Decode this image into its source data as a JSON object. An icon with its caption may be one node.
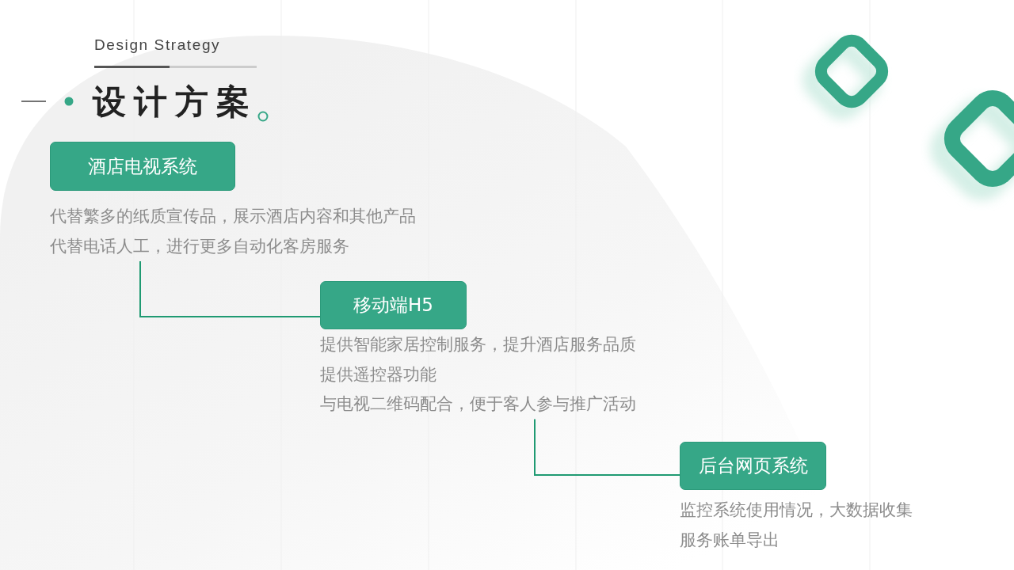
{
  "diagram": {
    "title": "设计方案",
    "nodes": [
      {
        "text": [
          "酒店电视系统"
        ],
        "beside": [
          "代替繁多的纸质宣传品，展示酒店内容和其他产品",
          "代替电话人工，进行更多自动化客房服务"
        ]
      },
      {
        "text": [
          "移动端H5"
        ],
        "beside": [
          "提供智能家居控制服务，提升酒店服务品质",
          "提供遥控器功能",
          "与电视二维码配合，便于客人参与推广活动"
        ]
      },
      {
        "text": [
          "后台网页系统"
        ],
        "beside": [
          "监控系统使用情况，大数据收集",
          "服务账单导出"
        ]
      }
    ],
    "edges": [
      {
        "from": 0,
        "to": 1,
        "arrow": "none"
      },
      {
        "from": 1,
        "to": 2,
        "arrow": "none"
      }
    ],
    "labels": [
      "Design Strategy"
    ]
  }
}
